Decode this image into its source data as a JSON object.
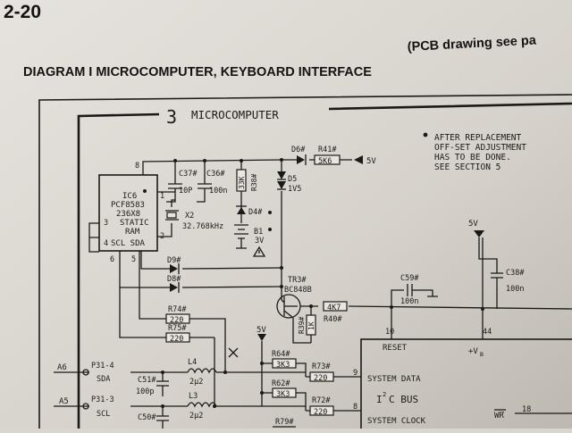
{
  "page": {
    "number": "2-20"
  },
  "header": {
    "title": "DIAGRAM I  MICROCOMPUTER, KEYBOARD INTERFACE",
    "pcb_note": "(PCB drawing see pa"
  },
  "section": {
    "number": "3",
    "title": "MICROCOMPUTER"
  },
  "note": [
    "AFTER REPLACEMENT",
    "OFF-SET ADJUSTMENT",
    "HAS TO BE DONE.",
    "SEE SECTION 5"
  ],
  "ic6": {
    "lines": [
      "IC6",
      "PCF8583",
      "236X8",
      "STATIC",
      "RAM"
    ],
    "pins": {
      "p1": "1",
      "p2": "2",
      "p3": "3",
      "p4": "4",
      "p5": "5",
      "p6": "6",
      "p8": "8"
    },
    "bottom_label": "SCL SDA"
  },
  "components": {
    "c37": {
      "ref": "C37#",
      "value": "10P"
    },
    "c36": {
      "ref": "C36#",
      "value": "100n"
    },
    "r38": {
      "ref": "R38#",
      "value": "33K"
    },
    "x2": {
      "ref": "X2",
      "value": "32.768kHz"
    },
    "d4": {
      "ref": "D4#"
    },
    "b1": {
      "ref": "B1",
      "value": "3V"
    },
    "d6": {
      "ref": "D6#"
    },
    "r41": {
      "ref": "R41#",
      "value": "5K6"
    },
    "d5": {
      "ref": "D5",
      "value": "1V5"
    },
    "d9": {
      "ref": "D9#"
    },
    "d8": {
      "ref": "D8#"
    },
    "tr3": {
      "ref": "TR3#",
      "value": "BC848B"
    },
    "r74": {
      "ref": "R74#",
      "value": "220"
    },
    "r75": {
      "ref": "R75#",
      "value": "220"
    },
    "r40": {
      "ref": "R40#",
      "value": "4K7"
    },
    "r39": {
      "ref": "R39#",
      "value": "1K"
    },
    "c59": {
      "ref": "C59#",
      "value": "100n"
    },
    "c38": {
      "ref": "C38#",
      "value": "100n"
    },
    "r64": {
      "ref": "R64#",
      "value": "3K3"
    },
    "r62": {
      "ref": "R62#",
      "value": "3K3"
    },
    "r73": {
      "ref": "R73#",
      "value": "220"
    },
    "r72": {
      "ref": "R72#",
      "value": "220"
    },
    "r79": {
      "ref": "R79#"
    },
    "c51": {
      "ref": "C51#",
      "value": "100p"
    },
    "c50": {
      "ref": "C50#"
    },
    "l4": {
      "ref": "L4",
      "value": "2μ2"
    },
    "l3": {
      "ref": "L3",
      "value": "2μ2"
    }
  },
  "rails": {
    "v5_a": "5V",
    "v5_b": "5V",
    "v5_c": "5V"
  },
  "connectors": {
    "a6": {
      "net": "A6",
      "pin": "P31-4",
      "signal": "SDA"
    },
    "a5": {
      "net": "A5",
      "pin": "P31-3",
      "signal": "SCL"
    }
  },
  "mcu": {
    "pin_reset": "RESET",
    "pin_vb": "+V",
    "pin_vb_sub": "B",
    "sys_data": "SYSTEM DATA",
    "bus_i": "I",
    "bus_sup": "2",
    "bus_rest": "C BUS",
    "sys_clock": "SYSTEM CLOCK",
    "wr": "WR",
    "pin_numbers": {
      "p9": "9",
      "p8": "8",
      "p10": "10",
      "p44": "44",
      "p18": "18"
    }
  }
}
